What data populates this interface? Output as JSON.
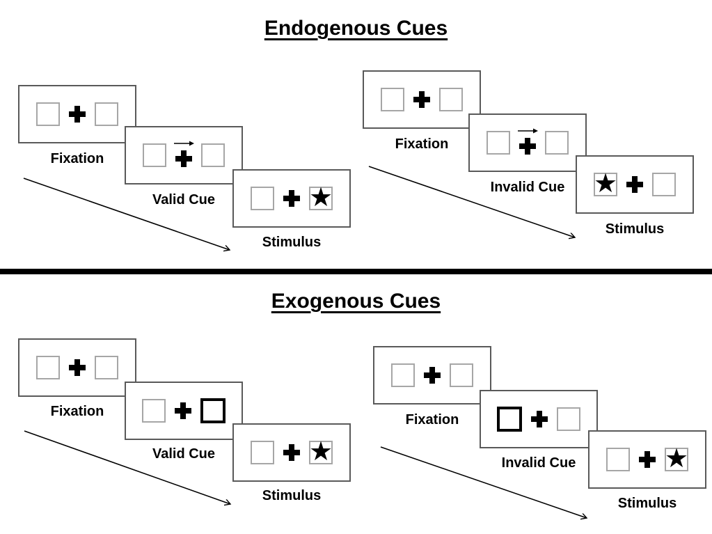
{
  "endogenous": {
    "title": "Endogenous Cues",
    "valid": {
      "fixation": "Fixation",
      "cue": "Valid Cue",
      "stimulus": "Stimulus"
    },
    "invalid": {
      "fixation": "Fixation",
      "cue": "Invalid Cue",
      "stimulus": "Stimulus"
    }
  },
  "exogenous": {
    "title": "Exogenous Cues",
    "valid": {
      "fixation": "Fixation",
      "cue": "Valid Cue",
      "stimulus": "Stimulus"
    },
    "invalid": {
      "fixation": "Fixation",
      "cue": "Invalid Cue",
      "stimulus": "Stimulus"
    }
  },
  "icons": {
    "star": "★"
  },
  "colors": {
    "panel_border": "#595959",
    "box_border": "#a6a6a6",
    "ink": "#000000"
  }
}
